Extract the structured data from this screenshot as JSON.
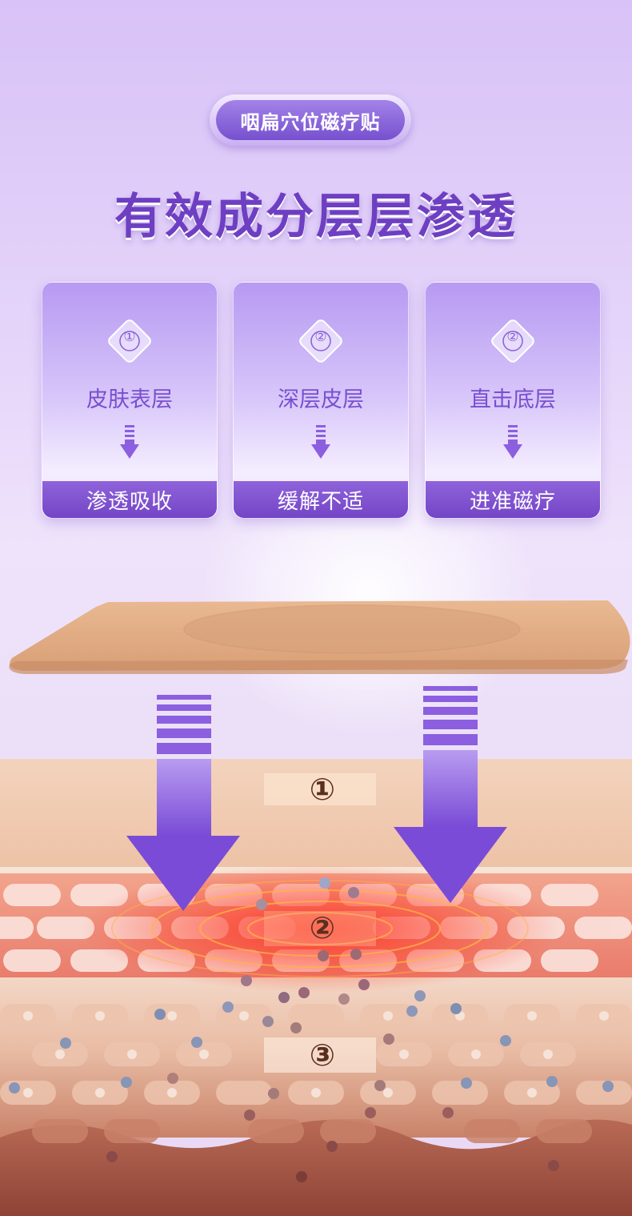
{
  "badge": {
    "label": "咽扁穴位磁疗贴"
  },
  "headline": "有效成分层层渗透",
  "cards": [
    {
      "number": "①",
      "title": "皮肤表层",
      "footer": "渗透吸收"
    },
    {
      "number": "②",
      "title": "深层皮层",
      "footer": "缓解不适"
    },
    {
      "number": "②",
      "title": "直击底层",
      "footer": "进准磁疗"
    }
  ],
  "layers": [
    {
      "label": "①"
    },
    {
      "label": "②"
    },
    {
      "label": "③"
    }
  ],
  "colors": {
    "accent": "#7445c6",
    "headline": "#6e3fc2",
    "patch": "#e0ab82",
    "arrow": "#8b5fe0",
    "skin_top": "#f2c8ad",
    "skin_mid": "#ea7f70",
    "skin_deep": "#9a4f41"
  }
}
